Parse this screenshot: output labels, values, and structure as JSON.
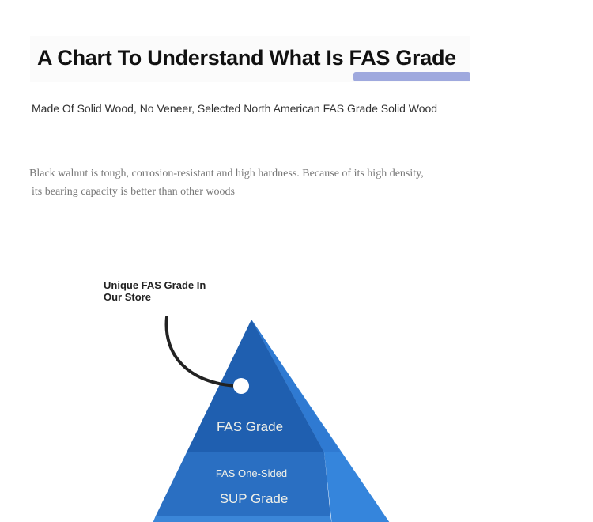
{
  "header": {
    "title": "A Chart To Understand What Is FAS Grade",
    "subtitle": "Made Of Solid Wood, No Veneer, Selected North American FAS Grade Solid Wood"
  },
  "description": {
    "line1": "Black walnut is tough, corrosion-resistant and high hardness. Because of its high density,",
    "line2": "its bearing capacity is better than other woods"
  },
  "pyramid": {
    "callout": "Unique FAS Grade In Our Store",
    "levels": [
      {
        "label": "FAS Grade"
      },
      {
        "label_top": "FAS One-Sided",
        "label": "SUP Grade"
      }
    ],
    "colors": {
      "top": "#1f5fb0",
      "middle": "#2a72c8",
      "side": "#3585dc"
    }
  }
}
